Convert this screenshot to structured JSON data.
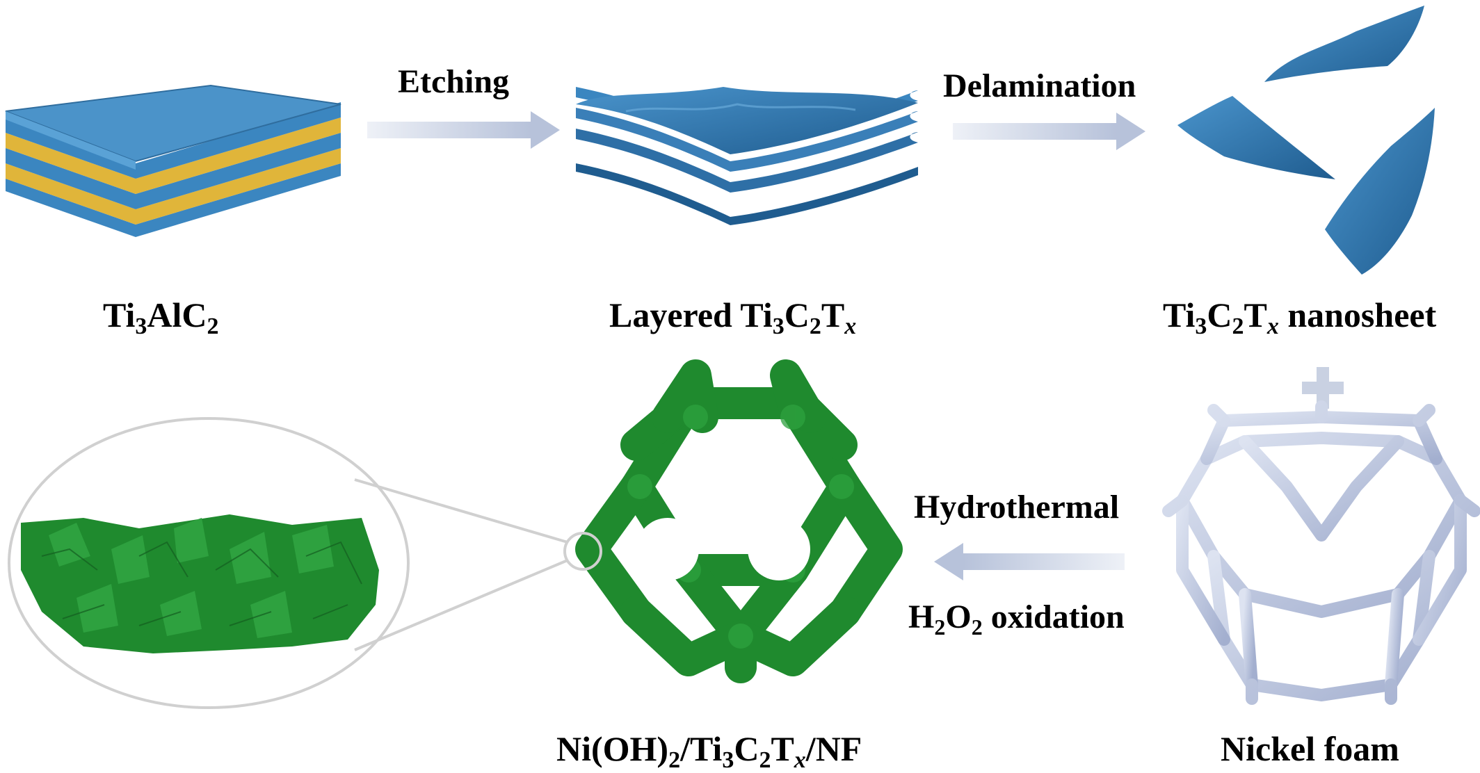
{
  "stages": {
    "max_phase": {
      "label_main": "Ti",
      "label_sub1": "3",
      "label_mid": "AlC",
      "label_sub2": "2",
      "colors": {
        "layer": "#3b86c0",
        "interlayer": "#e0b53a"
      }
    },
    "layered_mxene": {
      "label_prefix": "Layered Ti",
      "label_sub1": "3",
      "label_mid": "C",
      "label_sub2": "2",
      "label_t": "T",
      "label_x": "x",
      "color": "#2e6fa6"
    },
    "nanosheet": {
      "label_prefix": "Ti",
      "label_sub1": "3",
      "label_mid": "C",
      "label_sub2": "2",
      "label_t": "T",
      "label_x": "x",
      "label_suffix": " nanosheet",
      "color": "#2e6fa6"
    },
    "nickel_foam": {
      "label": "Nickel foam",
      "color": "#b9c3dd"
    },
    "composite": {
      "label_prefix": "Ni(OH)",
      "label_sub0": "2",
      "label_mid1": "/Ti",
      "label_sub1": "3",
      "label_mid2": "C",
      "label_sub2": "2",
      "label_t": "T",
      "label_x": "x",
      "label_suffix": "/NF",
      "color": "#1f8a2e"
    }
  },
  "steps": {
    "etching": "Etching",
    "delamination": "Delamination",
    "hydrothermal": "Hydrothermal",
    "oxidation_prefix": "H",
    "oxidation_sub1": "2",
    "oxidation_mid": "O",
    "oxidation_sub2": "2",
    "oxidation_suffix": " oxidation"
  },
  "colors": {
    "arrow": "#c9d1e2",
    "plus": "#c9d1e2",
    "magnifier": "#d0d0d0"
  }
}
